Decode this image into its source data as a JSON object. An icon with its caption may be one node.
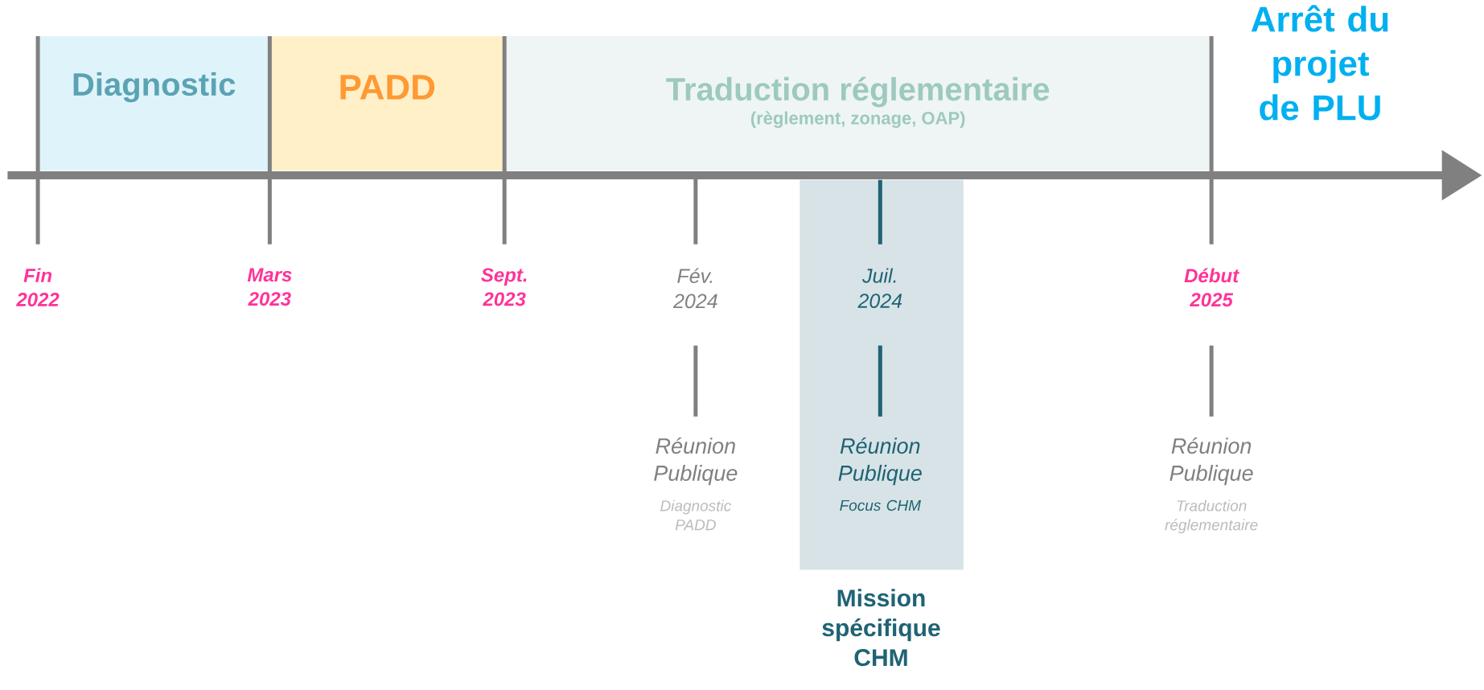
{
  "diagram": {
    "nodes": [
      {
        "text": [
          "Diagnostic"
        ]
      },
      {
        "text": [
          "PADD"
        ]
      },
      {
        "text": [
          "Traduction réglementaire",
          "(règlement, zonage, OAP)"
        ]
      },
      {
        "text": [
          "Mission spécifique CHM"
        ]
      }
    ],
    "labels": [
      "Arrêt du projet de PLU",
      "Fin 2022",
      "Mars 2023",
      "Sept. 2023",
      "Fév. 2024",
      "Juil. 2024",
      "Début 2025",
      "Réunion Publique",
      "Diagnostic PADD",
      "Réunion Publique",
      "Focus CHM",
      "Réunion Publique",
      "Traduction réglementaire"
    ]
  }
}
